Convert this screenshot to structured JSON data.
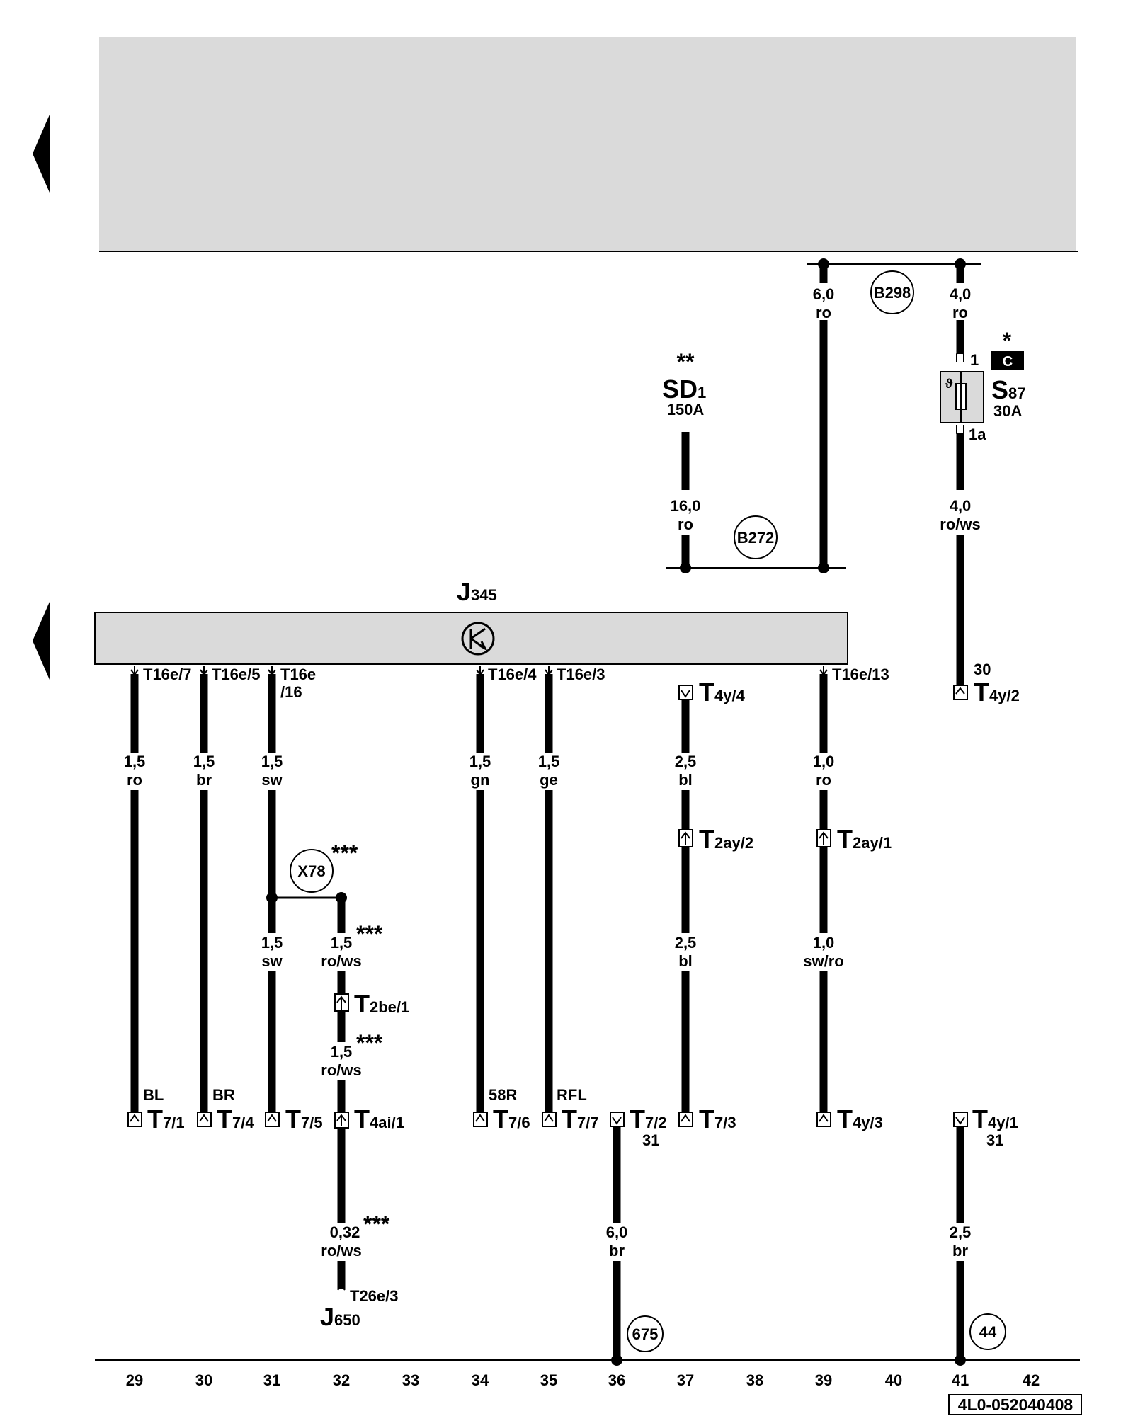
{
  "wires": [
    {
      "id": "w29",
      "gauge": "1,5",
      "color": "ro",
      "pin": "T16e/7",
      "conn": "T",
      "connSub": "7/1",
      "tag": "BL"
    },
    {
      "id": "w30",
      "gauge": "1,5",
      "color": "br",
      "pin": "T16e/5",
      "conn": "T",
      "connSub": "7/4",
      "tag": "BR"
    },
    {
      "id": "w31a",
      "gauge": "1,5",
      "color": "sw",
      "pin": "T16e",
      "pin2": "/16"
    },
    {
      "id": "w31b",
      "gauge": "1,5",
      "color": "sw",
      "conn": "T",
      "connSub": "7/5"
    },
    {
      "id": "w34",
      "gauge": "1,5",
      "color": "gn",
      "pin": "T16e/4",
      "conn": "T",
      "connSub": "7/6",
      "tag": "58R"
    },
    {
      "id": "w35",
      "gauge": "1,5",
      "color": "ge",
      "pin": "T16e/3",
      "conn": "T",
      "connSub": "7/7",
      "tag": "RFL"
    },
    {
      "id": "w37a",
      "gauge": "2,5",
      "color": "bl",
      "conn": "T",
      "connSub": "4y/4"
    },
    {
      "id": "w37b",
      "gauge": "2,5",
      "color": "bl",
      "conn": "T",
      "connSub": "2ay/2"
    },
    {
      "id": "w37c",
      "conn": "T",
      "connSub": "7/3"
    },
    {
      "id": "w39a",
      "gauge": "1,0",
      "color": "ro",
      "pin": "T16e/13"
    },
    {
      "id": "w39b",
      "gauge": "1,0",
      "color": "sw/ro",
      "conn": "T",
      "connSub": "2ay/1"
    },
    {
      "id": "w39c",
      "conn": "T",
      "connSub": "4y/3"
    }
  ],
  "labels": {
    "j345_main": "J",
    "j345_sub": "345",
    "sd1_main": "SD",
    "sd1_sub": "1",
    "sd1_amp": "150A",
    "sd1_stars": "**",
    "s87_main": "S",
    "s87_sub": "87",
    "s87_amp": "30A",
    "s87_star": "*",
    "s87_badge": "C",
    "s87_pin1": "1",
    "s87_pin1a": "1a",
    "s87_theta": "ϑ",
    "b298": "B298",
    "b272": "B272",
    "x78": "X78",
    "x78_stars": "***",
    "g675": "675",
    "g44": "44",
    "w_b298_gauge": "6,0",
    "w_b298_color": "ro",
    "w_s87_top_gauge": "4,0",
    "w_s87_top_color": "ro",
    "w_s87_bot_gauge": "4,0",
    "w_s87_bot_color": "ro/ws",
    "w_sd1_gauge": "16,0",
    "w_sd1_color": "ro",
    "t4y2_tag": "30",
    "t4y2_main": "T",
    "t4y2_sub": "4y/2",
    "w32a_gauge": "1,5",
    "w32a_color": "ro/ws",
    "w32a_stars": "***",
    "t2be1_main": "T",
    "t2be1_sub": "2be/1",
    "w32b_gauge": "1,5",
    "w32b_color": "ro/ws",
    "w32b_stars": "***",
    "t4ai1_main": "T",
    "t4ai1_sub": "4ai/1",
    "w32c_gauge": "0,32",
    "w32c_color": "ro/ws",
    "w32c_stars": "***",
    "t26e3": "T26e/3",
    "j650_main": "J",
    "j650_sub": "650",
    "t72_main": "T",
    "t72_sub": "7/2",
    "t72_tag": "31",
    "w36_gauge": "6,0",
    "w36_color": "br",
    "t4y1_main": "T",
    "t4y1_sub": "4y/1",
    "t4y1_tag": "31",
    "w41_gauge": "2,5",
    "w41_color": "br",
    "footer_code": "4L0-052040408"
  },
  "columns": [
    "29",
    "30",
    "31",
    "32",
    "33",
    "34",
    "35",
    "36",
    "37",
    "38",
    "39",
    "40",
    "41",
    "42"
  ]
}
